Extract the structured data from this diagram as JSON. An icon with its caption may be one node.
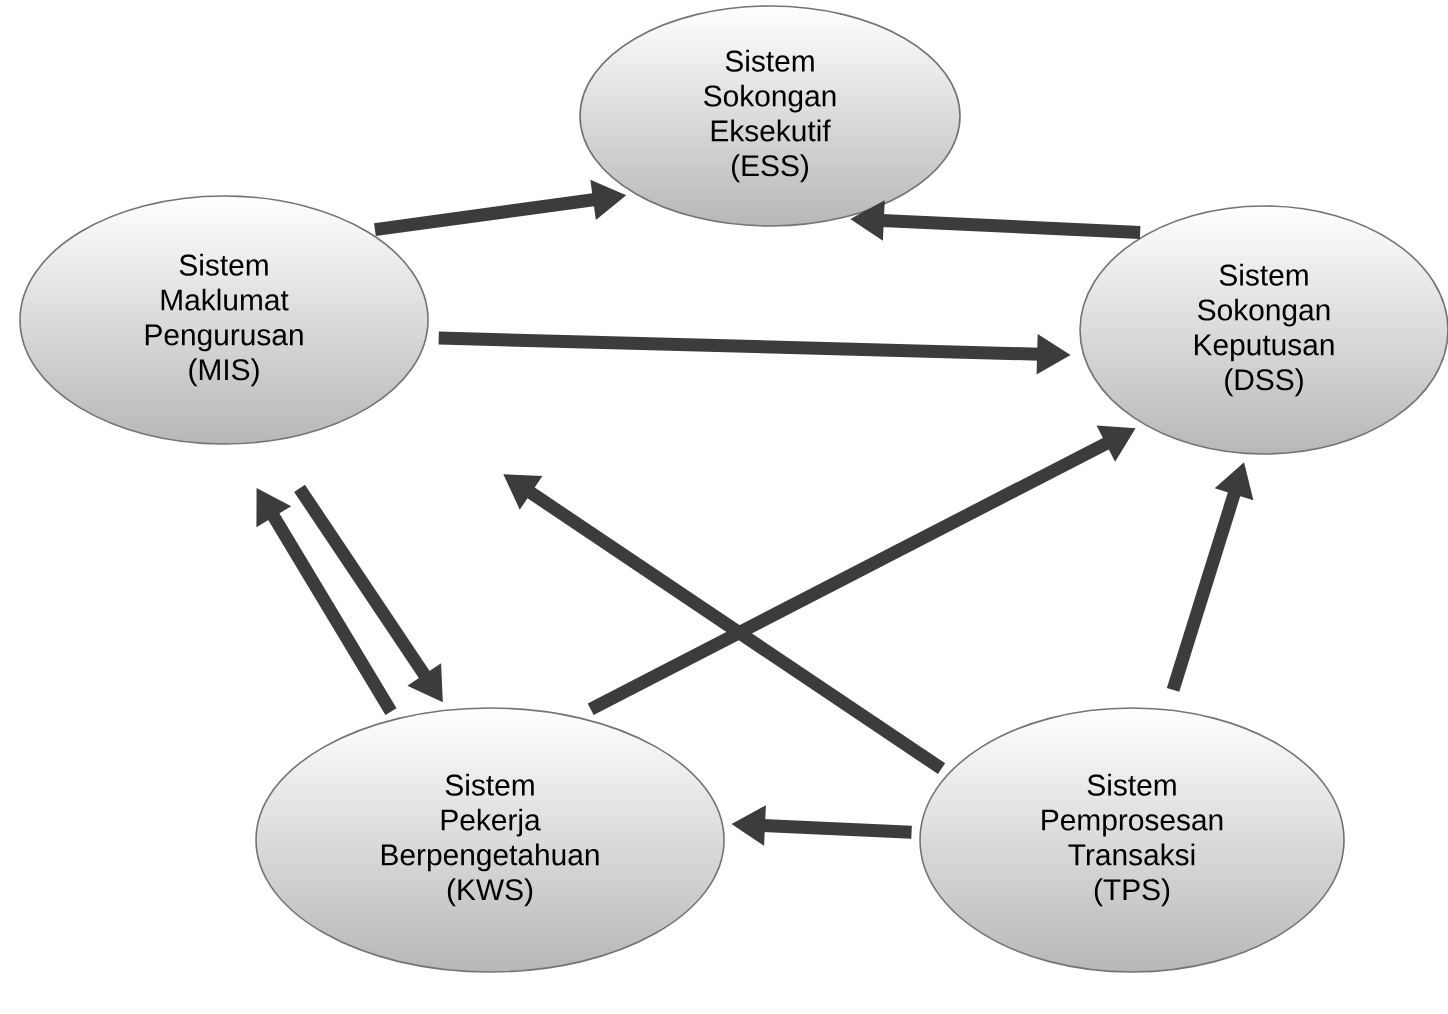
{
  "diagram": {
    "nodes": [
      {
        "text": [
          "Sistem Sokongan Eksekutif (ESS)"
        ]
      },
      {
        "text": [
          "Sistem Maklumat Pengurusan (MIS)"
        ]
      },
      {
        "text": [
          "Sistem Sokongan Keputusan (DSS)"
        ]
      },
      {
        "text": [
          "Sistem Pekerja Berpengetahuan (KWS)"
        ]
      },
      {
        "text": [
          "Sistem Pemprosesan Transaksi (TPS)"
        ]
      }
    ],
    "edges": [
      {
        "from": 1,
        "to": 0,
        "arrow": "to"
      },
      {
        "from": 2,
        "to": 0,
        "arrow": "to"
      },
      {
        "from": 1,
        "to": 2,
        "arrow": "to"
      },
      {
        "from": 4,
        "to": 1,
        "arrow": "to"
      },
      {
        "from": 3,
        "to": 2,
        "arrow": "to"
      },
      {
        "from": 4,
        "to": 2,
        "arrow": "to"
      },
      {
        "from": 4,
        "to": 3,
        "arrow": "to"
      },
      {
        "from": 1,
        "to": 3,
        "arrow": "to"
      },
      {
        "from": 3,
        "to": 1,
        "arrow": "to"
      }
    ]
  }
}
